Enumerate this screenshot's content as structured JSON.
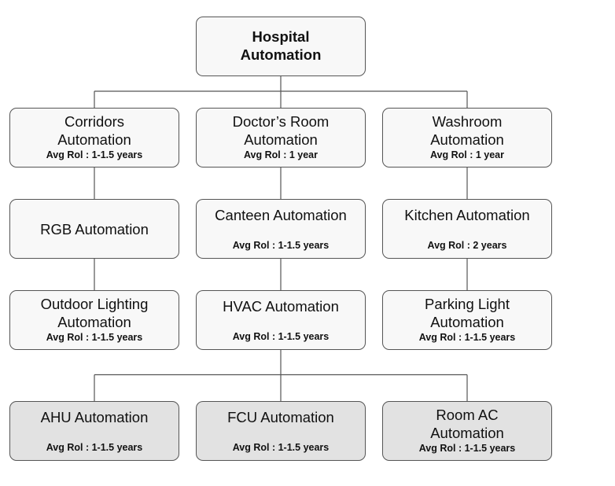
{
  "diagram": {
    "root": {
      "title": "Hospital\nAutomation"
    },
    "nodes": [
      {
        "id": "corridors",
        "title": "Corridors\nAutomation",
        "roi": "Avg Rol : 1-1.5 years"
      },
      {
        "id": "doctors-room",
        "title": "Doctor’s Room\nAutomation",
        "roi": "Avg Rol : 1 year"
      },
      {
        "id": "washroom",
        "title": "Washroom\nAutomation",
        "roi": "Avg Rol : 1 year"
      },
      {
        "id": "rgb",
        "title": "RGB Automation",
        "roi": ""
      },
      {
        "id": "canteen",
        "title": "Canteen Automation",
        "roi": "Avg Rol : 1-1.5  years"
      },
      {
        "id": "kitchen",
        "title": "Kitchen Automation",
        "roi": "Avg Rol : 2 years"
      },
      {
        "id": "outdoor-lighting",
        "title": "Outdoor Lighting\nAutomation",
        "roi": "Avg Rol : 1-1.5 years"
      },
      {
        "id": "hvac",
        "title": "HVAC Automation",
        "roi": "Avg Rol : 1-1.5 years"
      },
      {
        "id": "parking-light",
        "title": "Parking Light\nAutomation",
        "roi": "Avg Rol : 1-1.5 years"
      },
      {
        "id": "ahu",
        "title": "AHU Automation",
        "roi": "Avg Rol : 1-1.5 years"
      },
      {
        "id": "fcu",
        "title": "FCU Automation",
        "roi": "Avg Rol : 1-1.5 years"
      },
      {
        "id": "room-ac",
        "title": "Room AC\nAutomation",
        "roi": "Avg Rol : 1-1.5 years"
      }
    ],
    "edges": [
      [
        "root",
        "corridors"
      ],
      [
        "root",
        "doctors-room"
      ],
      [
        "root",
        "washroom"
      ],
      [
        "corridors",
        "rgb"
      ],
      [
        "rgb",
        "outdoor-lighting"
      ],
      [
        "doctors-room",
        "canteen"
      ],
      [
        "canteen",
        "hvac"
      ],
      [
        "washroom",
        "kitchen"
      ],
      [
        "kitchen",
        "parking-light"
      ],
      [
        "hvac",
        "ahu"
      ],
      [
        "hvac",
        "fcu"
      ],
      [
        "hvac",
        "room-ac"
      ]
    ],
    "colors": {
      "box_fill": "#f8f8f8",
      "box_fill_bottom_row": "#e2e2e2",
      "border": "#555555",
      "line": "#555555"
    }
  }
}
